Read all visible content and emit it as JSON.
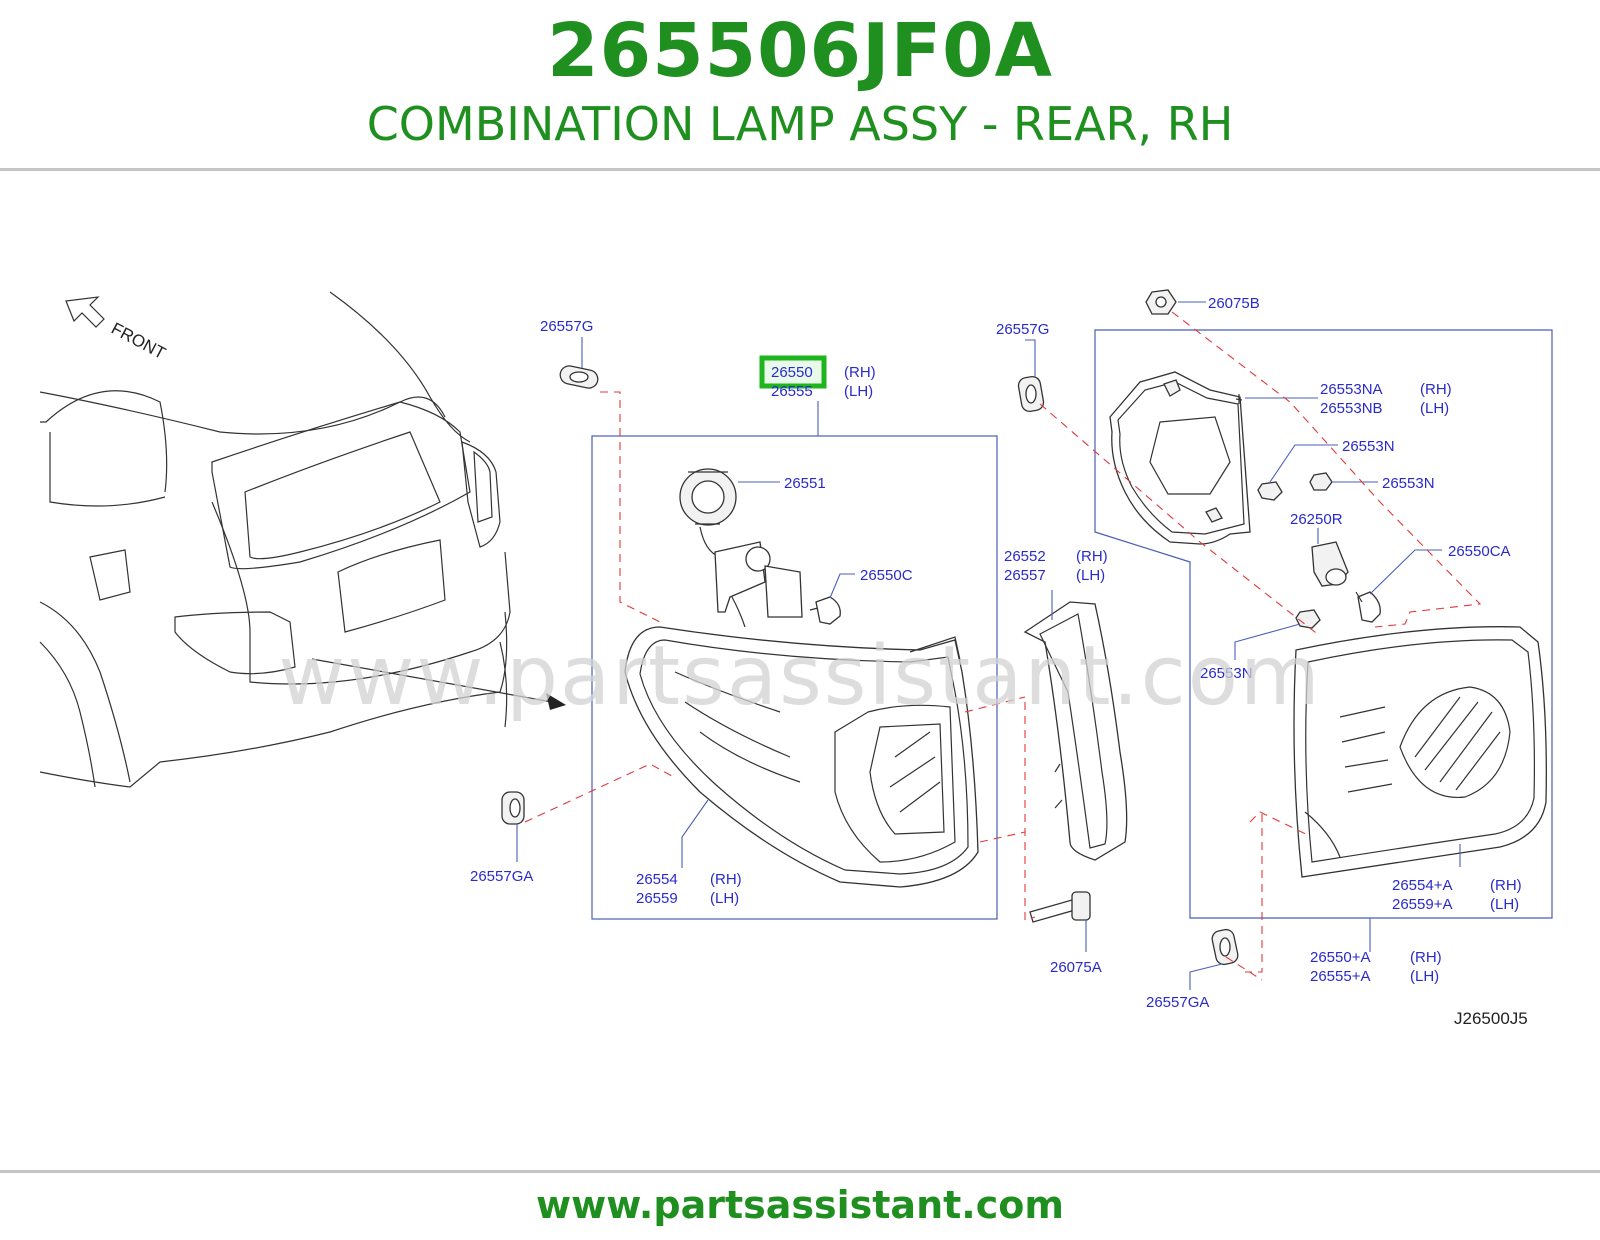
{
  "header": {
    "part_number": "265506JF0A",
    "part_title": "COMBINATION LAMP ASSY - REAR, RH"
  },
  "diagram": {
    "front_label": "FRONT",
    "watermark": "www.partsassistant.com",
    "reference_code": "J26500J5",
    "highlight_color": "#1fb51f",
    "labels": {
      "l26557G_a": "26557G",
      "l26550": "26550",
      "l26550_rh": "(RH)",
      "l26555": "26555",
      "l26555_lh": "(LH)",
      "l26551": "26551",
      "l26550C": "26550C",
      "l26554": "26554",
      "l26554_rh": "(RH)",
      "l26559": "26559",
      "l26559_lh": "(LH)",
      "l26557GA_a": "26557GA",
      "l26557G_b": "26557G",
      "l26552": "26552",
      "l26552_rh": "(RH)",
      "l26557": "26557",
      "l26557_lh": "(LH)",
      "l26075A": "26075A",
      "l26075B": "26075B",
      "l26553NA": "26553NA",
      "l26553NA_rh": "(RH)",
      "l26553NB": "26553NB",
      "l26553NB_lh": "(LH)",
      "l26553N_a": "26553N",
      "l26553N_b": "26553N",
      "l26250R": "26250R",
      "l26550CA": "26550CA",
      "l26553N_c": "26553N",
      "l26554A": "26554+A",
      "l26554A_rh": "(RH)",
      "l26559A": "26559+A",
      "l26559A_lh": "(LH)",
      "l26550A": "26550+A",
      "l26550A_rh": "(RH)",
      "l26555A": "26555+A",
      "l26555A_lh": "(LH)",
      "l26557GA_b": "26557GA"
    }
  },
  "footer": {
    "url": "www.partsassistant.com"
  }
}
